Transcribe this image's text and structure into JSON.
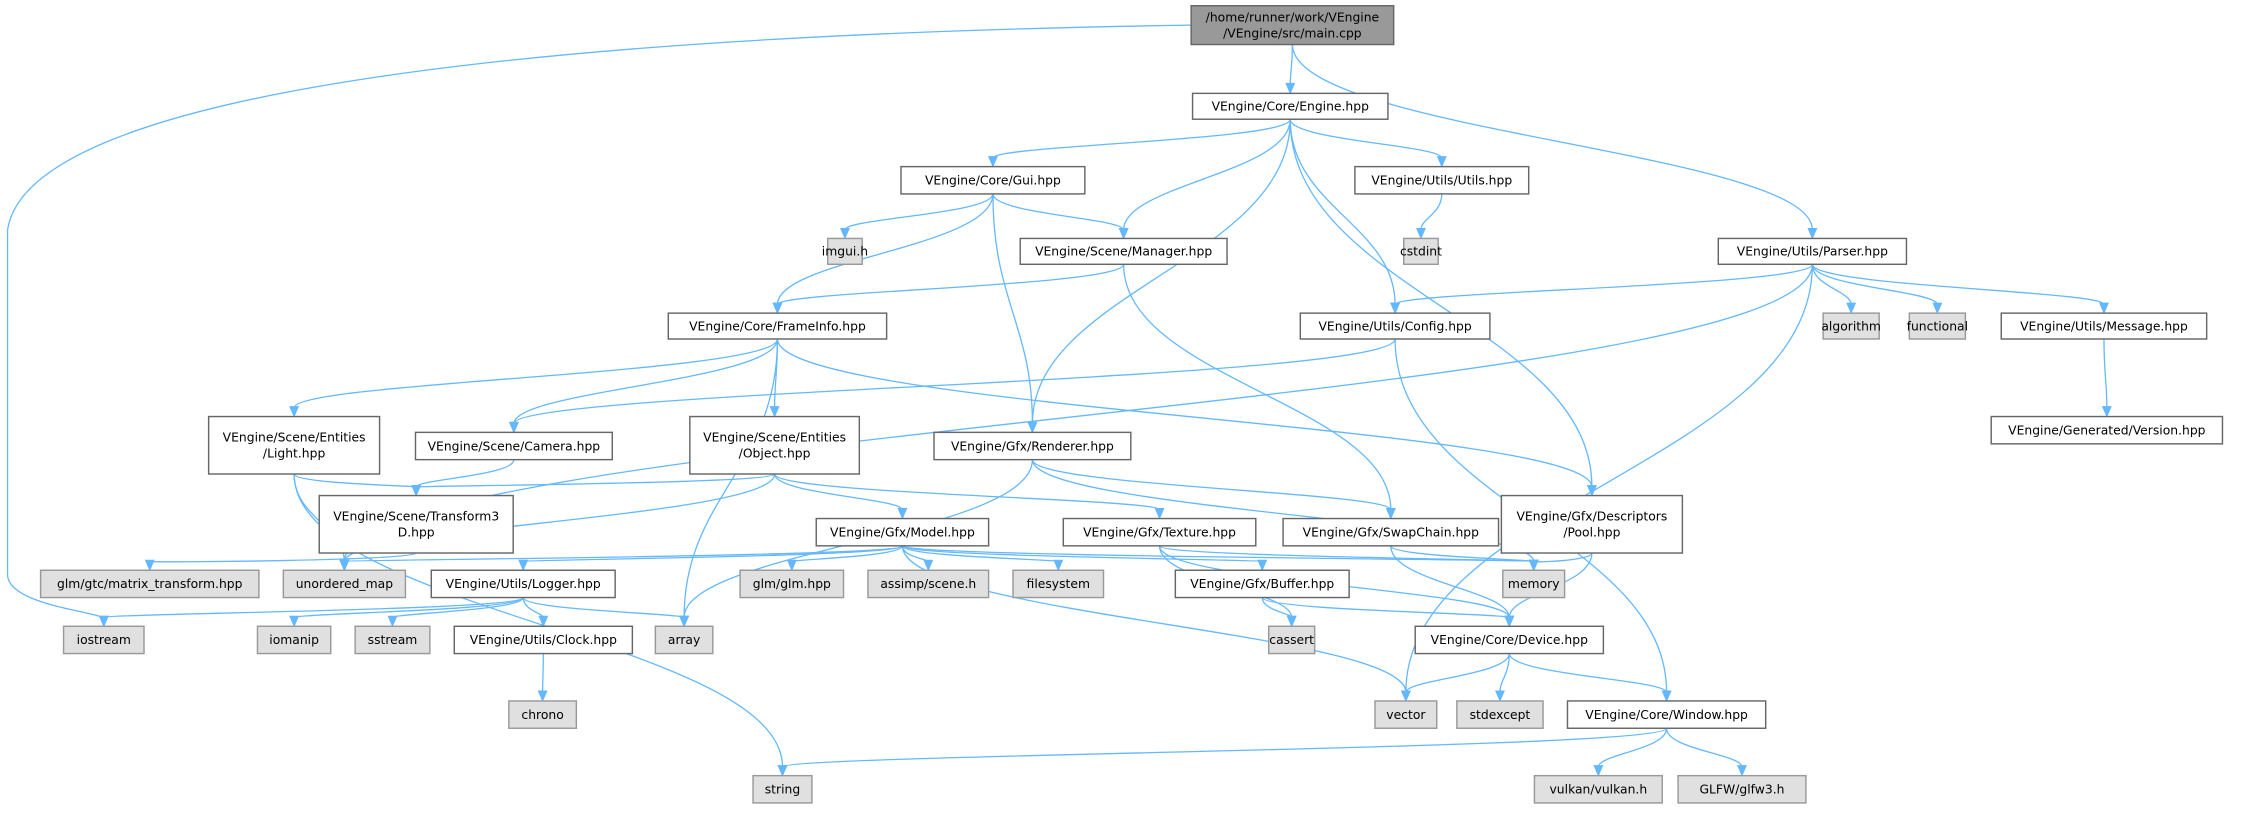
{
  "diagram": {
    "type": "include-dependency-graph",
    "colors": {
      "edge": "#63b8ff",
      "root_fill": "#999999",
      "external_fill": "#e0e0e0",
      "internal_fill": "#ffffff"
    },
    "nodes": [
      {
        "id": "main",
        "lines": [
          "/home/runner/work/VEngine",
          "/VEngine/src/main.cpp"
        ],
        "kind": "root"
      },
      {
        "id": "engine",
        "lines": [
          "VEngine/Core/Engine.hpp"
        ],
        "kind": "internal"
      },
      {
        "id": "gui",
        "lines": [
          "VEngine/Core/Gui.hpp"
        ],
        "kind": "internal"
      },
      {
        "id": "imgui",
        "lines": [
          "imgui.h"
        ],
        "kind": "external"
      },
      {
        "id": "manager",
        "lines": [
          "VEngine/Scene/Manager.hpp"
        ],
        "kind": "internal"
      },
      {
        "id": "utils",
        "lines": [
          "VEngine/Utils/Utils.hpp"
        ],
        "kind": "internal"
      },
      {
        "id": "cstdint",
        "lines": [
          "cstdint"
        ],
        "kind": "external"
      },
      {
        "id": "parser",
        "lines": [
          "VEngine/Utils/Parser.hpp"
        ],
        "kind": "internal"
      },
      {
        "id": "frameinfo",
        "lines": [
          "VEngine/Core/FrameInfo.hpp"
        ],
        "kind": "internal"
      },
      {
        "id": "config",
        "lines": [
          "VEngine/Utils/Config.hpp"
        ],
        "kind": "internal"
      },
      {
        "id": "algorithm",
        "lines": [
          "algorithm"
        ],
        "kind": "external"
      },
      {
        "id": "functional",
        "lines": [
          "functional"
        ],
        "kind": "external"
      },
      {
        "id": "message",
        "lines": [
          "VEngine/Utils/Message.hpp"
        ],
        "kind": "internal"
      },
      {
        "id": "version",
        "lines": [
          "VEngine/Generated/Version.hpp"
        ],
        "kind": "internal"
      },
      {
        "id": "light",
        "lines": [
          "VEngine/Scene/Entities",
          "/Light.hpp"
        ],
        "kind": "internal"
      },
      {
        "id": "camera",
        "lines": [
          "VEngine/Scene/Camera.hpp"
        ],
        "kind": "internal"
      },
      {
        "id": "object",
        "lines": [
          "VEngine/Scene/Entities",
          "/Object.hpp"
        ],
        "kind": "internal"
      },
      {
        "id": "renderer",
        "lines": [
          "VEngine/Gfx/Renderer.hpp"
        ],
        "kind": "internal"
      },
      {
        "id": "transform",
        "lines": [
          "VEngine/Scene/Transform3",
          "D.hpp"
        ],
        "kind": "internal"
      },
      {
        "id": "model",
        "lines": [
          "VEngine/Gfx/Model.hpp"
        ],
        "kind": "internal"
      },
      {
        "id": "texture",
        "lines": [
          "VEngine/Gfx/Texture.hpp"
        ],
        "kind": "internal"
      },
      {
        "id": "swapchain",
        "lines": [
          "VEngine/Gfx/SwapChain.hpp"
        ],
        "kind": "internal"
      },
      {
        "id": "pool",
        "lines": [
          "VEngine/Gfx/Descriptors",
          "/Pool.hpp"
        ],
        "kind": "internal"
      },
      {
        "id": "mtx",
        "lines": [
          "glm/gtc/matrix_transform.hpp"
        ],
        "kind": "external"
      },
      {
        "id": "umap",
        "lines": [
          "unordered_map"
        ],
        "kind": "external"
      },
      {
        "id": "logger",
        "lines": [
          "VEngine/Utils/Logger.hpp"
        ],
        "kind": "internal"
      },
      {
        "id": "glm",
        "lines": [
          "glm/glm.hpp"
        ],
        "kind": "external"
      },
      {
        "id": "assimp",
        "lines": [
          "assimp/scene.h"
        ],
        "kind": "external"
      },
      {
        "id": "filesystem",
        "lines": [
          "filesystem"
        ],
        "kind": "external"
      },
      {
        "id": "memory",
        "lines": [
          "memory"
        ],
        "kind": "external"
      },
      {
        "id": "buffer",
        "lines": [
          "VEngine/Gfx/Buffer.hpp"
        ],
        "kind": "internal"
      },
      {
        "id": "iostream",
        "lines": [
          "iostream"
        ],
        "kind": "external"
      },
      {
        "id": "iomanip",
        "lines": [
          "iomanip"
        ],
        "kind": "external"
      },
      {
        "id": "sstream",
        "lines": [
          "sstream"
        ],
        "kind": "external"
      },
      {
        "id": "clock",
        "lines": [
          "VEngine/Utils/Clock.hpp"
        ],
        "kind": "internal"
      },
      {
        "id": "array",
        "lines": [
          "array"
        ],
        "kind": "external"
      },
      {
        "id": "cassert",
        "lines": [
          "cassert"
        ],
        "kind": "external"
      },
      {
        "id": "device",
        "lines": [
          "VEngine/Core/Device.hpp"
        ],
        "kind": "internal"
      },
      {
        "id": "chrono",
        "lines": [
          "chrono"
        ],
        "kind": "external"
      },
      {
        "id": "vector",
        "lines": [
          "vector"
        ],
        "kind": "external"
      },
      {
        "id": "stdexcept",
        "lines": [
          "stdexcept"
        ],
        "kind": "external"
      },
      {
        "id": "window",
        "lines": [
          "VEngine/Core/Window.hpp"
        ],
        "kind": "internal"
      },
      {
        "id": "string",
        "lines": [
          "string"
        ],
        "kind": "external"
      },
      {
        "id": "vulkan",
        "lines": [
          "vulkan/vulkan.h"
        ],
        "kind": "external"
      },
      {
        "id": "glfw",
        "lines": [
          "GLFW/glfw3.h"
        ],
        "kind": "external"
      }
    ],
    "edges": [
      [
        "main",
        "iostream"
      ],
      [
        "main",
        "engine"
      ],
      [
        "main",
        "parser"
      ],
      [
        "engine",
        "gui"
      ],
      [
        "engine",
        "manager"
      ],
      [
        "engine",
        "utils"
      ],
      [
        "engine",
        "config"
      ],
      [
        "engine",
        "renderer"
      ],
      [
        "engine",
        "pool"
      ],
      [
        "gui",
        "imgui"
      ],
      [
        "gui",
        "manager"
      ],
      [
        "gui",
        "frameinfo"
      ],
      [
        "gui",
        "renderer"
      ],
      [
        "manager",
        "frameinfo"
      ],
      [
        "manager",
        "swapchain"
      ],
      [
        "utils",
        "cstdint"
      ],
      [
        "parser",
        "config"
      ],
      [
        "parser",
        "algorithm"
      ],
      [
        "parser",
        "functional"
      ],
      [
        "parser",
        "message"
      ],
      [
        "parser",
        "vector"
      ],
      [
        "parser",
        "umap"
      ],
      [
        "config",
        "camera"
      ],
      [
        "config",
        "window"
      ],
      [
        "message",
        "version"
      ],
      [
        "frameinfo",
        "light"
      ],
      [
        "frameinfo",
        "camera"
      ],
      [
        "frameinfo",
        "object"
      ],
      [
        "frameinfo",
        "array"
      ],
      [
        "frameinfo",
        "pool"
      ],
      [
        "light",
        "transform"
      ],
      [
        "light",
        "umap"
      ],
      [
        "light",
        "string"
      ],
      [
        "camera",
        "transform"
      ],
      [
        "object",
        "transform"
      ],
      [
        "object",
        "umap"
      ],
      [
        "object",
        "model"
      ],
      [
        "object",
        "texture"
      ],
      [
        "renderer",
        "array"
      ],
      [
        "renderer",
        "swapchain"
      ],
      [
        "renderer",
        "memory"
      ],
      [
        "transform",
        "mtx"
      ],
      [
        "model",
        "umap"
      ],
      [
        "model",
        "logger"
      ],
      [
        "model",
        "glm"
      ],
      [
        "model",
        "assimp"
      ],
      [
        "model",
        "filesystem"
      ],
      [
        "model",
        "memory"
      ],
      [
        "model",
        "buffer"
      ],
      [
        "model",
        "vector"
      ],
      [
        "texture",
        "memory"
      ],
      [
        "texture",
        "device"
      ],
      [
        "texture",
        "cassert"
      ],
      [
        "swapchain",
        "memory"
      ],
      [
        "swapchain",
        "device"
      ],
      [
        "pool",
        "memory"
      ],
      [
        "pool",
        "device"
      ],
      [
        "logger",
        "iostream"
      ],
      [
        "logger",
        "iomanip"
      ],
      [
        "logger",
        "sstream"
      ],
      [
        "logger",
        "clock"
      ],
      [
        "logger",
        "array"
      ],
      [
        "clock",
        "chrono"
      ],
      [
        "buffer",
        "cassert"
      ],
      [
        "buffer",
        "device"
      ],
      [
        "device",
        "vector"
      ],
      [
        "device",
        "stdexcept"
      ],
      [
        "device",
        "window"
      ],
      [
        "window",
        "string"
      ],
      [
        "window",
        "vulkan"
      ],
      [
        "window",
        "glfw"
      ]
    ]
  }
}
